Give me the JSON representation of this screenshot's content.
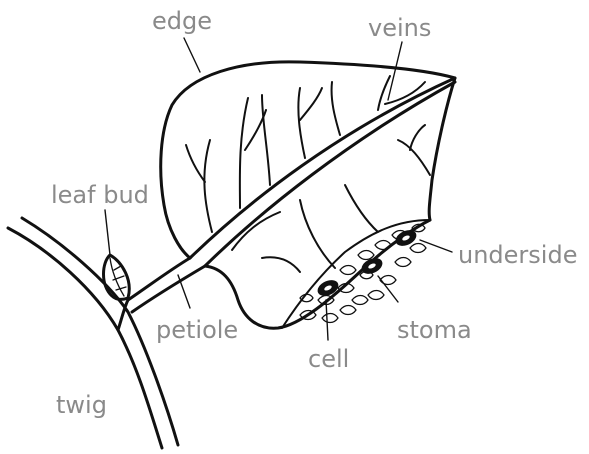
{
  "labels": {
    "edge": "edge",
    "veins": "veins",
    "leaf_bud": "leaf bud",
    "underside": "underside",
    "petiole": "petiole",
    "stoma": "stoma",
    "cell": "cell",
    "twig": "twig"
  },
  "colors": {
    "ink": "#111111",
    "label_text": "#8a8a8a",
    "background": "#ffffff"
  }
}
